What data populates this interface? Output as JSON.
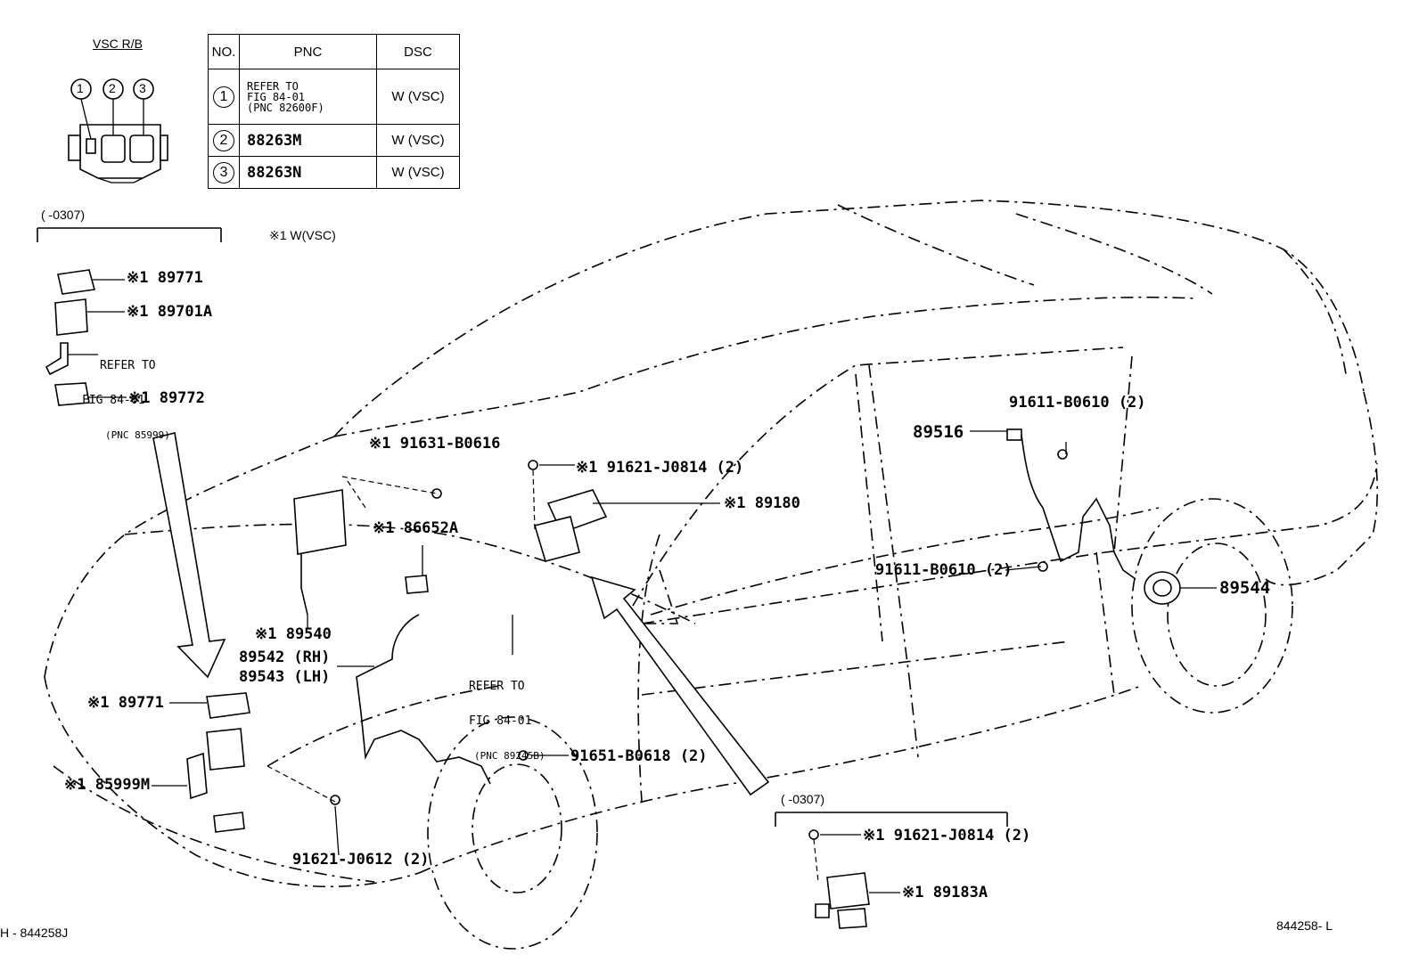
{
  "header": {
    "vsc_rb_title": "VSC R/B",
    "connector_numbers": [
      "1",
      "2",
      "3"
    ]
  },
  "pnc_table": {
    "headers": {
      "no": "NO.",
      "pnc": "PNC",
      "dsc": "DSC"
    },
    "rows": [
      {
        "no": "1",
        "pnc_lines": [
          "REFER TO",
          "FIG 84-01",
          "(PNC 82600F)"
        ],
        "dsc": "W (VSC)"
      },
      {
        "no": "2",
        "pnc": "88263M",
        "dsc": "W (VSC)"
      },
      {
        "no": "3",
        "pnc": "88263N",
        "dsc": "W (VSC)"
      }
    ]
  },
  "note": "※1 W(VSC)",
  "date_range_top": "(        -0307)",
  "date_range_bottom": "(        -0307)",
  "refer_left": {
    "line1": "REFER TO",
    "line2": "FIG 84-01",
    "line3": "(PNC 85999)"
  },
  "refer_center": {
    "line1": "REFER TO",
    "line2": "FIG 84-01",
    "line3": "(PNC 89245B)"
  },
  "labels": {
    "p89771_top": "※1 89771",
    "p89701a": "※1 89701A",
    "p89772": "※1 89772",
    "p91631": "※1  91631-B0616",
    "p91621_top": "※1  91621-J0814 (2)",
    "p89180": "※1  89180",
    "p86652a": "※1 86652A",
    "p89540": "※1 89540",
    "p89542": "89542 (RH)",
    "p89543": "89543 (LH)",
    "p89771_mid": "※1  89771",
    "p85999m": "※1 85999M",
    "p91621_j0612": "91621-J0612 (2)",
    "p91651": "91651-B0618 (2)",
    "p89516": "89516",
    "p91611_top": "91611-B0610 (2)",
    "p91611_mid": "91611-B0610 (2)",
    "p89544": "89544",
    "p91621_bottom": "※1  91621-J0814 (2)",
    "p89183a": "※1 89183A"
  },
  "footer": {
    "left_code": "H - 844258J",
    "right_code": "844258- L"
  }
}
